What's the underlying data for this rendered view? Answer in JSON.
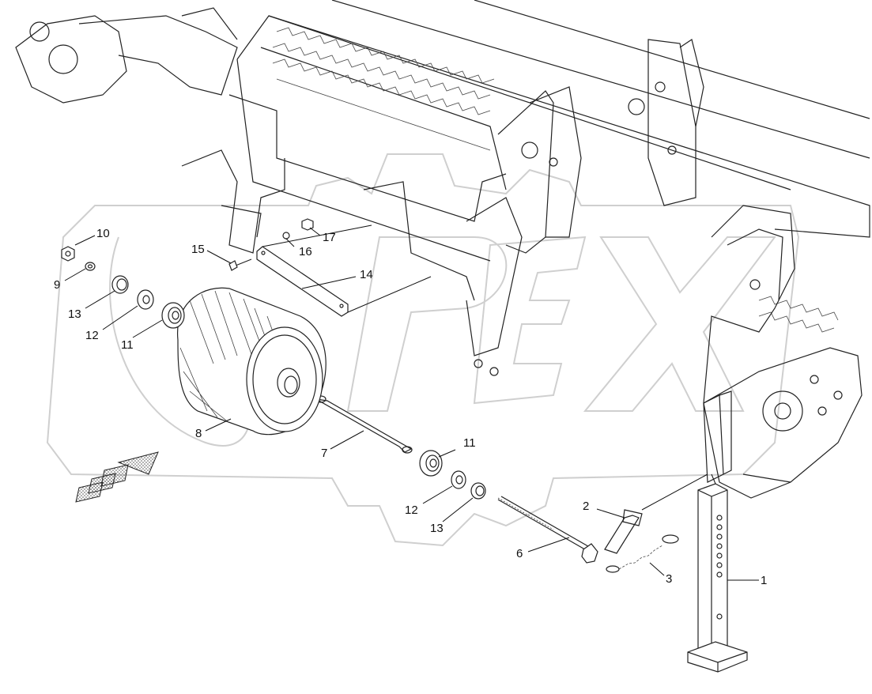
{
  "diagram": {
    "watermark_text": "OPEX",
    "callouts": [
      {
        "id": "c1",
        "label": "1"
      },
      {
        "id": "c2",
        "label": "2"
      },
      {
        "id": "c3",
        "label": "3"
      },
      {
        "id": "c6",
        "label": "6"
      },
      {
        "id": "c7",
        "label": "7"
      },
      {
        "id": "c8",
        "label": "8"
      },
      {
        "id": "c9",
        "label": "9"
      },
      {
        "id": "c10",
        "label": "10"
      },
      {
        "id": "c11a",
        "label": "11"
      },
      {
        "id": "c11b",
        "label": "11"
      },
      {
        "id": "c12a",
        "label": "12"
      },
      {
        "id": "c12b",
        "label": "12"
      },
      {
        "id": "c13a",
        "label": "13"
      },
      {
        "id": "c13b",
        "label": "13"
      },
      {
        "id": "c14",
        "label": "14"
      },
      {
        "id": "c15",
        "label": "15"
      },
      {
        "id": "c16",
        "label": "16"
      },
      {
        "id": "c17",
        "label": "17"
      }
    ],
    "colors": {
      "line": "#222222",
      "watermark": "#cfcfcf",
      "hatch": "#555555"
    }
  }
}
